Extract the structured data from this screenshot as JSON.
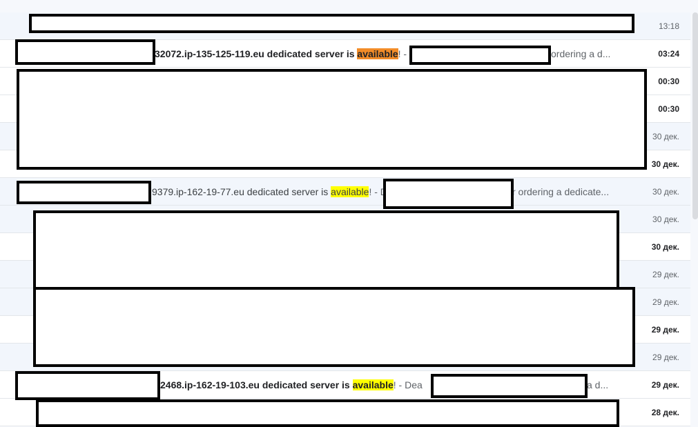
{
  "emails": [
    {
      "state": "read",
      "subject": "",
      "highlight": "",
      "after": "",
      "snippet_right": "",
      "date": "13:18"
    },
    {
      "state": "unread",
      "subject": "32072.ip-135-125-119.eu dedicated server is ",
      "highlight": "available",
      "hl": "orange",
      "after": "! -",
      "snippet_right": "ordering a d...",
      "date": "03:24"
    },
    {
      "state": "unread",
      "subject": "",
      "highlight": "",
      "after": "",
      "snippet_right": "",
      "date": "00:30"
    },
    {
      "state": "unread",
      "subject": "",
      "highlight": "",
      "after": "",
      "snippet_right": "",
      "date": "00:30"
    },
    {
      "state": "read",
      "subject": "",
      "highlight": "",
      "after": "",
      "snippet_right": "",
      "date": "30 дек."
    },
    {
      "state": "unread",
      "subject": "",
      "highlight": "",
      "after": "",
      "snippet_right": "",
      "date": "30 дек."
    },
    {
      "state": "read",
      "subject": "9379.ip-162-19-77.eu dedicated server is ",
      "highlight": "available",
      "hl": "yellow",
      "after": "! - D",
      "snippet_right": "r ordering a dedicate...",
      "date": "30 дек."
    },
    {
      "state": "read",
      "subject": "",
      "highlight": "",
      "after": "",
      "snippet_right": "",
      "date": "30 дек."
    },
    {
      "state": "unread",
      "subject": "",
      "highlight": "",
      "after": "",
      "snippet_right": "",
      "date": "30 дек."
    },
    {
      "state": "read",
      "subject": "",
      "highlight": "",
      "after": "",
      "snippet_right": "",
      "date": "29 дек."
    },
    {
      "state": "read",
      "subject": "",
      "highlight": "",
      "after": "",
      "snippet_right": "",
      "date": "29 дек."
    },
    {
      "state": "unread",
      "subject": "",
      "highlight": "",
      "after": "",
      "snippet_right": "",
      "date": "29 дек."
    },
    {
      "state": "read",
      "subject": "",
      "highlight": "",
      "after": "",
      "snippet_right": "",
      "date": "29 дек."
    },
    {
      "state": "unread",
      "subject": "2468.ip-162-19-103.eu dedicated server is ",
      "highlight": "available",
      "hl": "yellow",
      "after": "! - Dea",
      "snippet_right": "a d...",
      "date": "29 дек."
    },
    {
      "state": "unread",
      "subject": "",
      "highlight": "",
      "after": "",
      "snippet_right": "",
      "date": "28 дек."
    }
  ]
}
